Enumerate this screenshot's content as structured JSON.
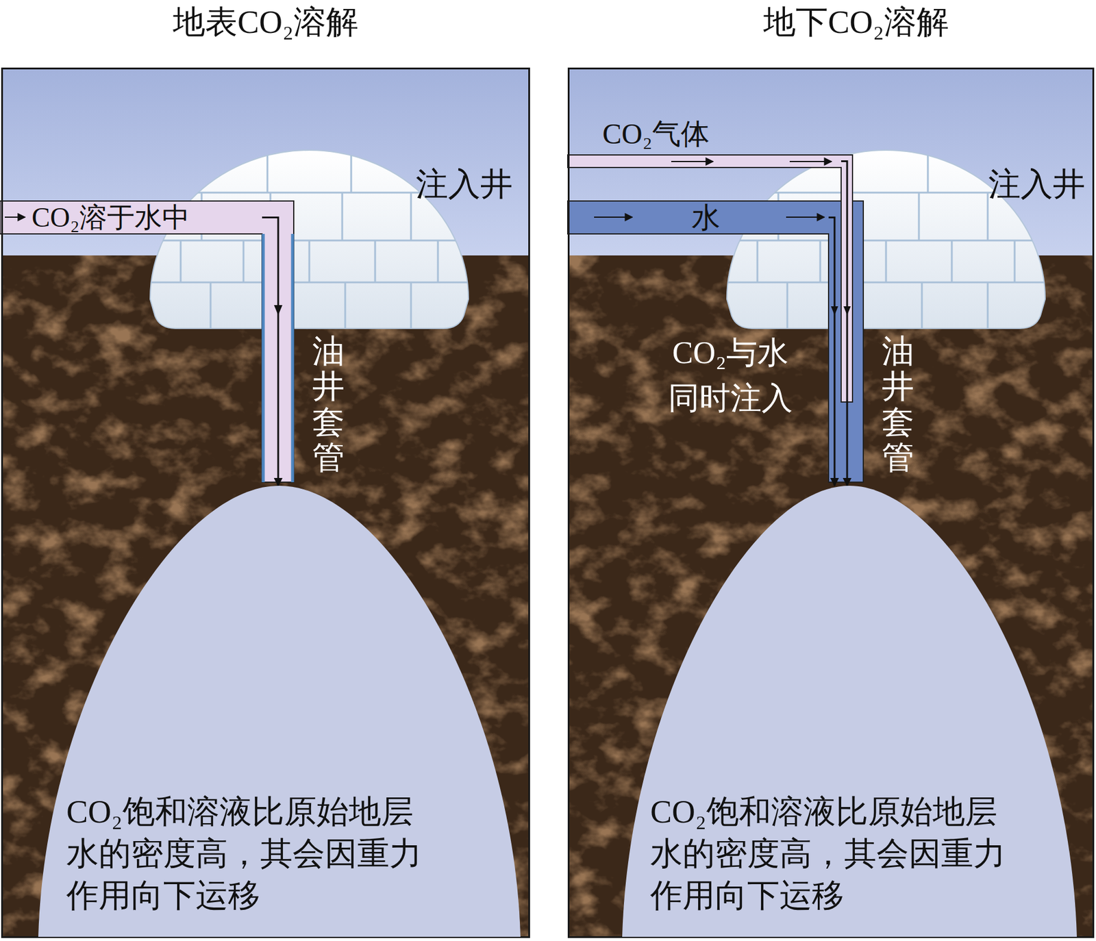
{
  "diagram": {
    "nodes": [
      {
        "text": [
          "地表CO₂溶解"
        ]
      },
      {
        "text": [
          "CO₂溶于水中"
        ],
        "in": 0
      },
      {
        "text": [
          "CO₂饱和溶液比原始地层 水的密度高，其会因重力 作用向下运移"
        ],
        "in": 0
      },
      {
        "text": [
          "地下CO₂溶解"
        ]
      },
      {
        "text": [
          "CO₂气体"
        ],
        "in": 3
      },
      {
        "text": [
          "水"
        ],
        "in": 3
      },
      {
        "text": [
          "CO₂饱和溶液比原始地层 水的密度高，其会因重力 作用向下运移"
        ],
        "in": 3
      }
    ],
    "edges": [
      {
        "from": 1,
        "to": 2,
        "arrow": "to"
      },
      {
        "from": 4,
        "to": 6,
        "arrow": "to"
      },
      {
        "from": 5,
        "to": 6,
        "arrow": "to"
      }
    ],
    "labels": [
      "注入井",
      "油井套管",
      "注入井",
      "CO₂与水 同时注入",
      "油井套管"
    ]
  }
}
